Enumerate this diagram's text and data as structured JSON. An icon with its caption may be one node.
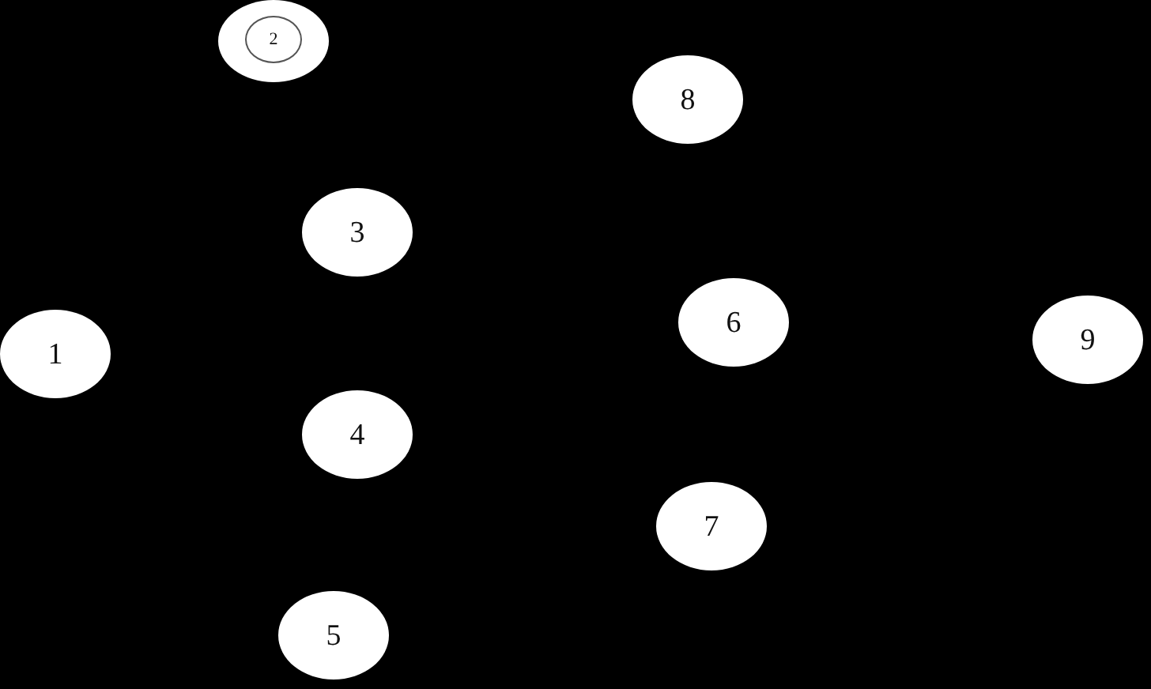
{
  "diagram": {
    "nodes": [
      {
        "text": [],
        "shape": "circle"
      },
      {
        "text": [
          "2"
        ],
        "in": 0
      },
      {
        "text": [
          "8"
        ]
      },
      {
        "text": [
          "3"
        ]
      },
      {
        "text": [
          "6"
        ]
      },
      {
        "text": [
          "1"
        ]
      },
      {
        "text": [
          "9"
        ]
      },
      {
        "text": [
          "4"
        ]
      },
      {
        "text": [
          "7"
        ]
      },
      {
        "text": [
          "5"
        ]
      }
    ]
  }
}
